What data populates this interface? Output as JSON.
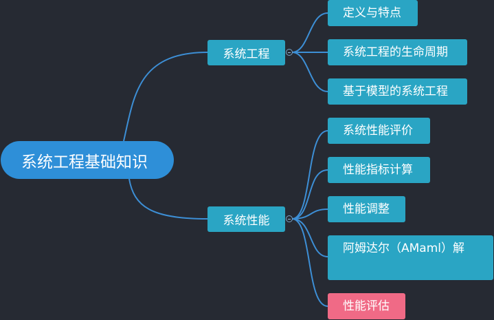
{
  "root": {
    "label": "系统工程基础知识"
  },
  "branches": [
    {
      "label": "系统工程",
      "children": [
        {
          "label": "定义与特点"
        },
        {
          "label": "系统工程的生命周期"
        },
        {
          "label": "基于模型的系统工程"
        }
      ]
    },
    {
      "label": "系统性能",
      "children": [
        {
          "label": "系统性能评价"
        },
        {
          "label": "性能指标计算"
        },
        {
          "label": "性能调整"
        },
        {
          "label": "阿姆达尔（AMaml）解"
        },
        {
          "label": "性能评估"
        }
      ]
    }
  ],
  "colors": {
    "background": "#262a33",
    "root": "#2e8fd8",
    "node": "#2aa5c4",
    "highlight": "#f06a86",
    "connector": "#3d8fd6"
  }
}
